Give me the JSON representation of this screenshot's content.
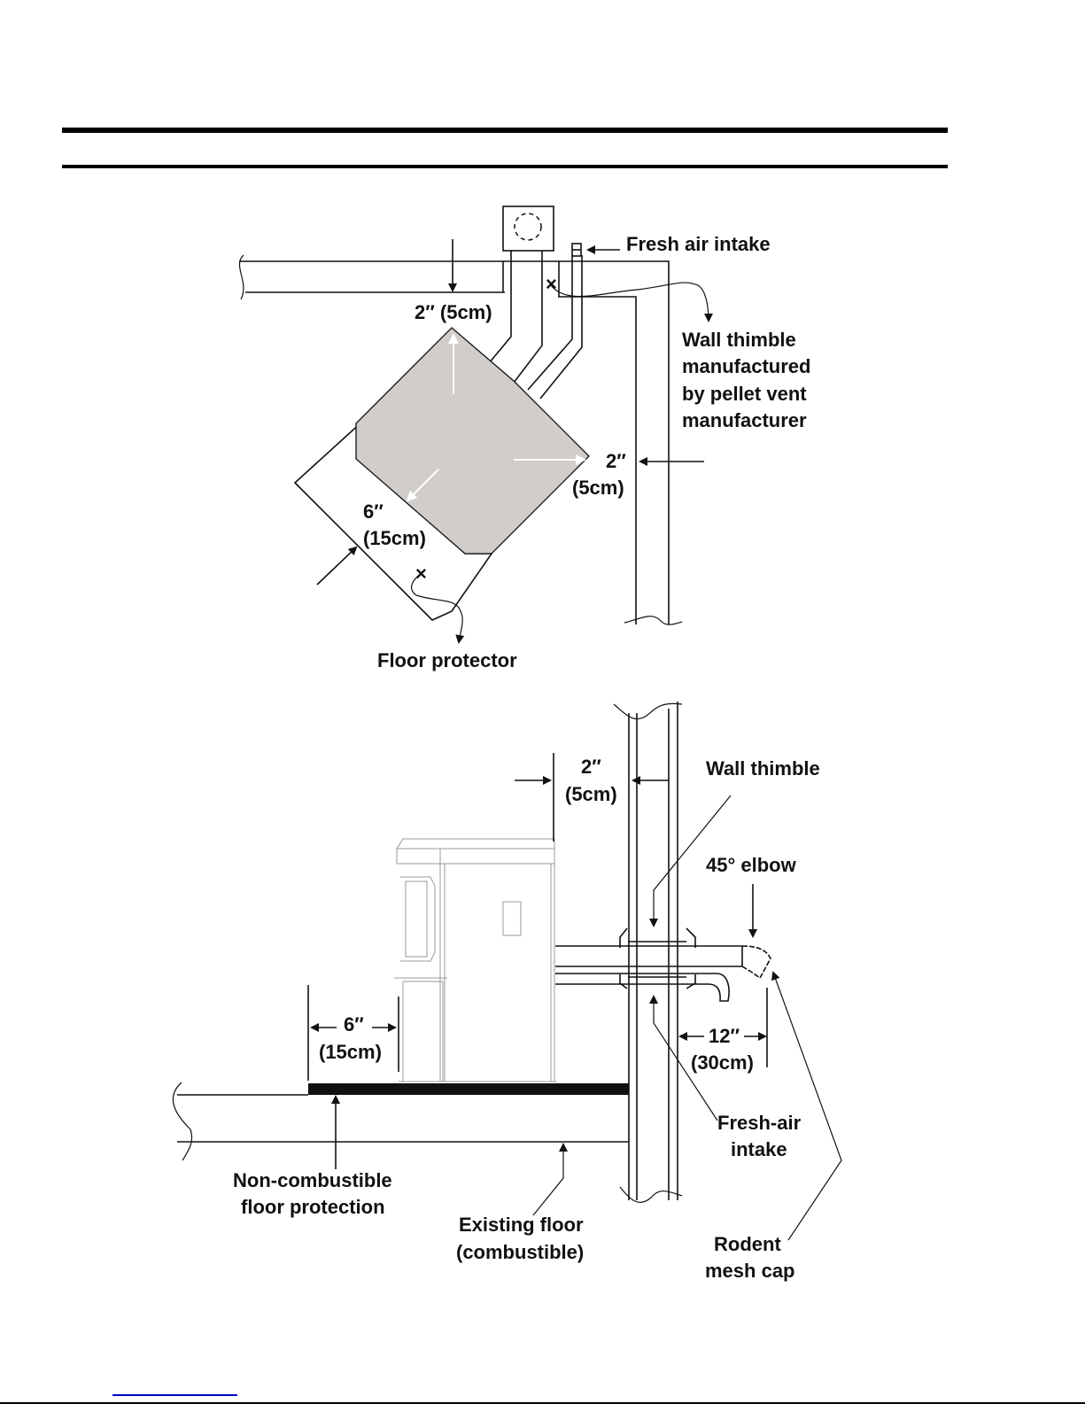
{
  "top_view": {
    "fresh_air_intake": "Fresh air intake",
    "clearance_top": "2″ (5cm)",
    "wall_thimble_lines": [
      "Wall thimble",
      "manufactured",
      "by pellet vent",
      "manufacturer"
    ],
    "clearance_side_value": "2″",
    "clearance_side_metric": "(5cm)",
    "clearance_front_value": "6″",
    "clearance_front_metric": "(15cm)",
    "floor_protector": "Floor protector",
    "hearth_color": "#d0cdca"
  },
  "side_view": {
    "clearance_wall_value": "2″",
    "clearance_wall_metric": "(5cm)",
    "wall_thimble": "Wall thimble",
    "elbow": "45° elbow",
    "clearance_front_value": "6″",
    "clearance_front_metric": "(15cm)",
    "clearance_cap_value": "12″",
    "clearance_cap_metric": "(30cm)",
    "fresh_air_lines": [
      "Fresh-air",
      "intake"
    ],
    "floor_protection_lines": [
      "Non-combustible",
      "floor protection"
    ],
    "existing_floor_lines": [
      "Existing floor",
      "(combustible)"
    ],
    "rodent_cap_lines": [
      "Rodent",
      "mesh cap"
    ]
  }
}
